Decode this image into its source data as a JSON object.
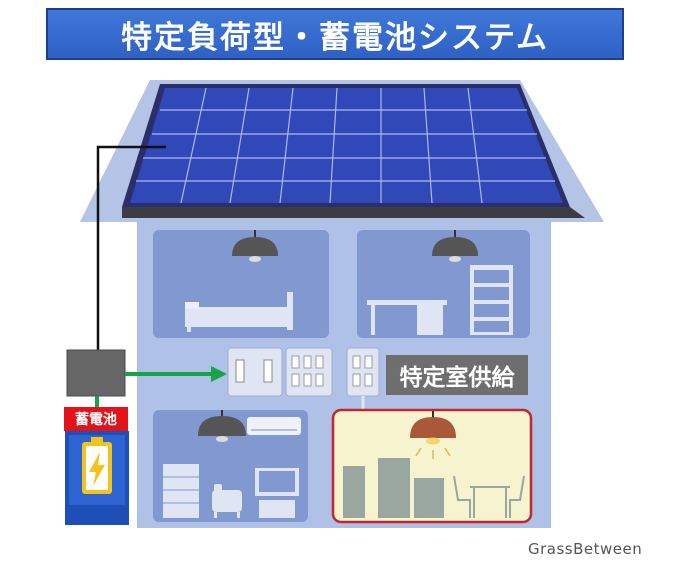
{
  "title": "特定負荷型・蓄電池システム",
  "supply_label": "特定室供給",
  "battery_label": "蓄電池",
  "credit": "GrassBetween",
  "colors": {
    "title_bg": "#3573d4",
    "house": "#aec0e6",
    "room": "#7f99cf",
    "highlight_room": "#f6f3cf",
    "highlight_border": "#c3262d",
    "arrow": "#17a34a",
    "battery_red": "#e2141a"
  }
}
